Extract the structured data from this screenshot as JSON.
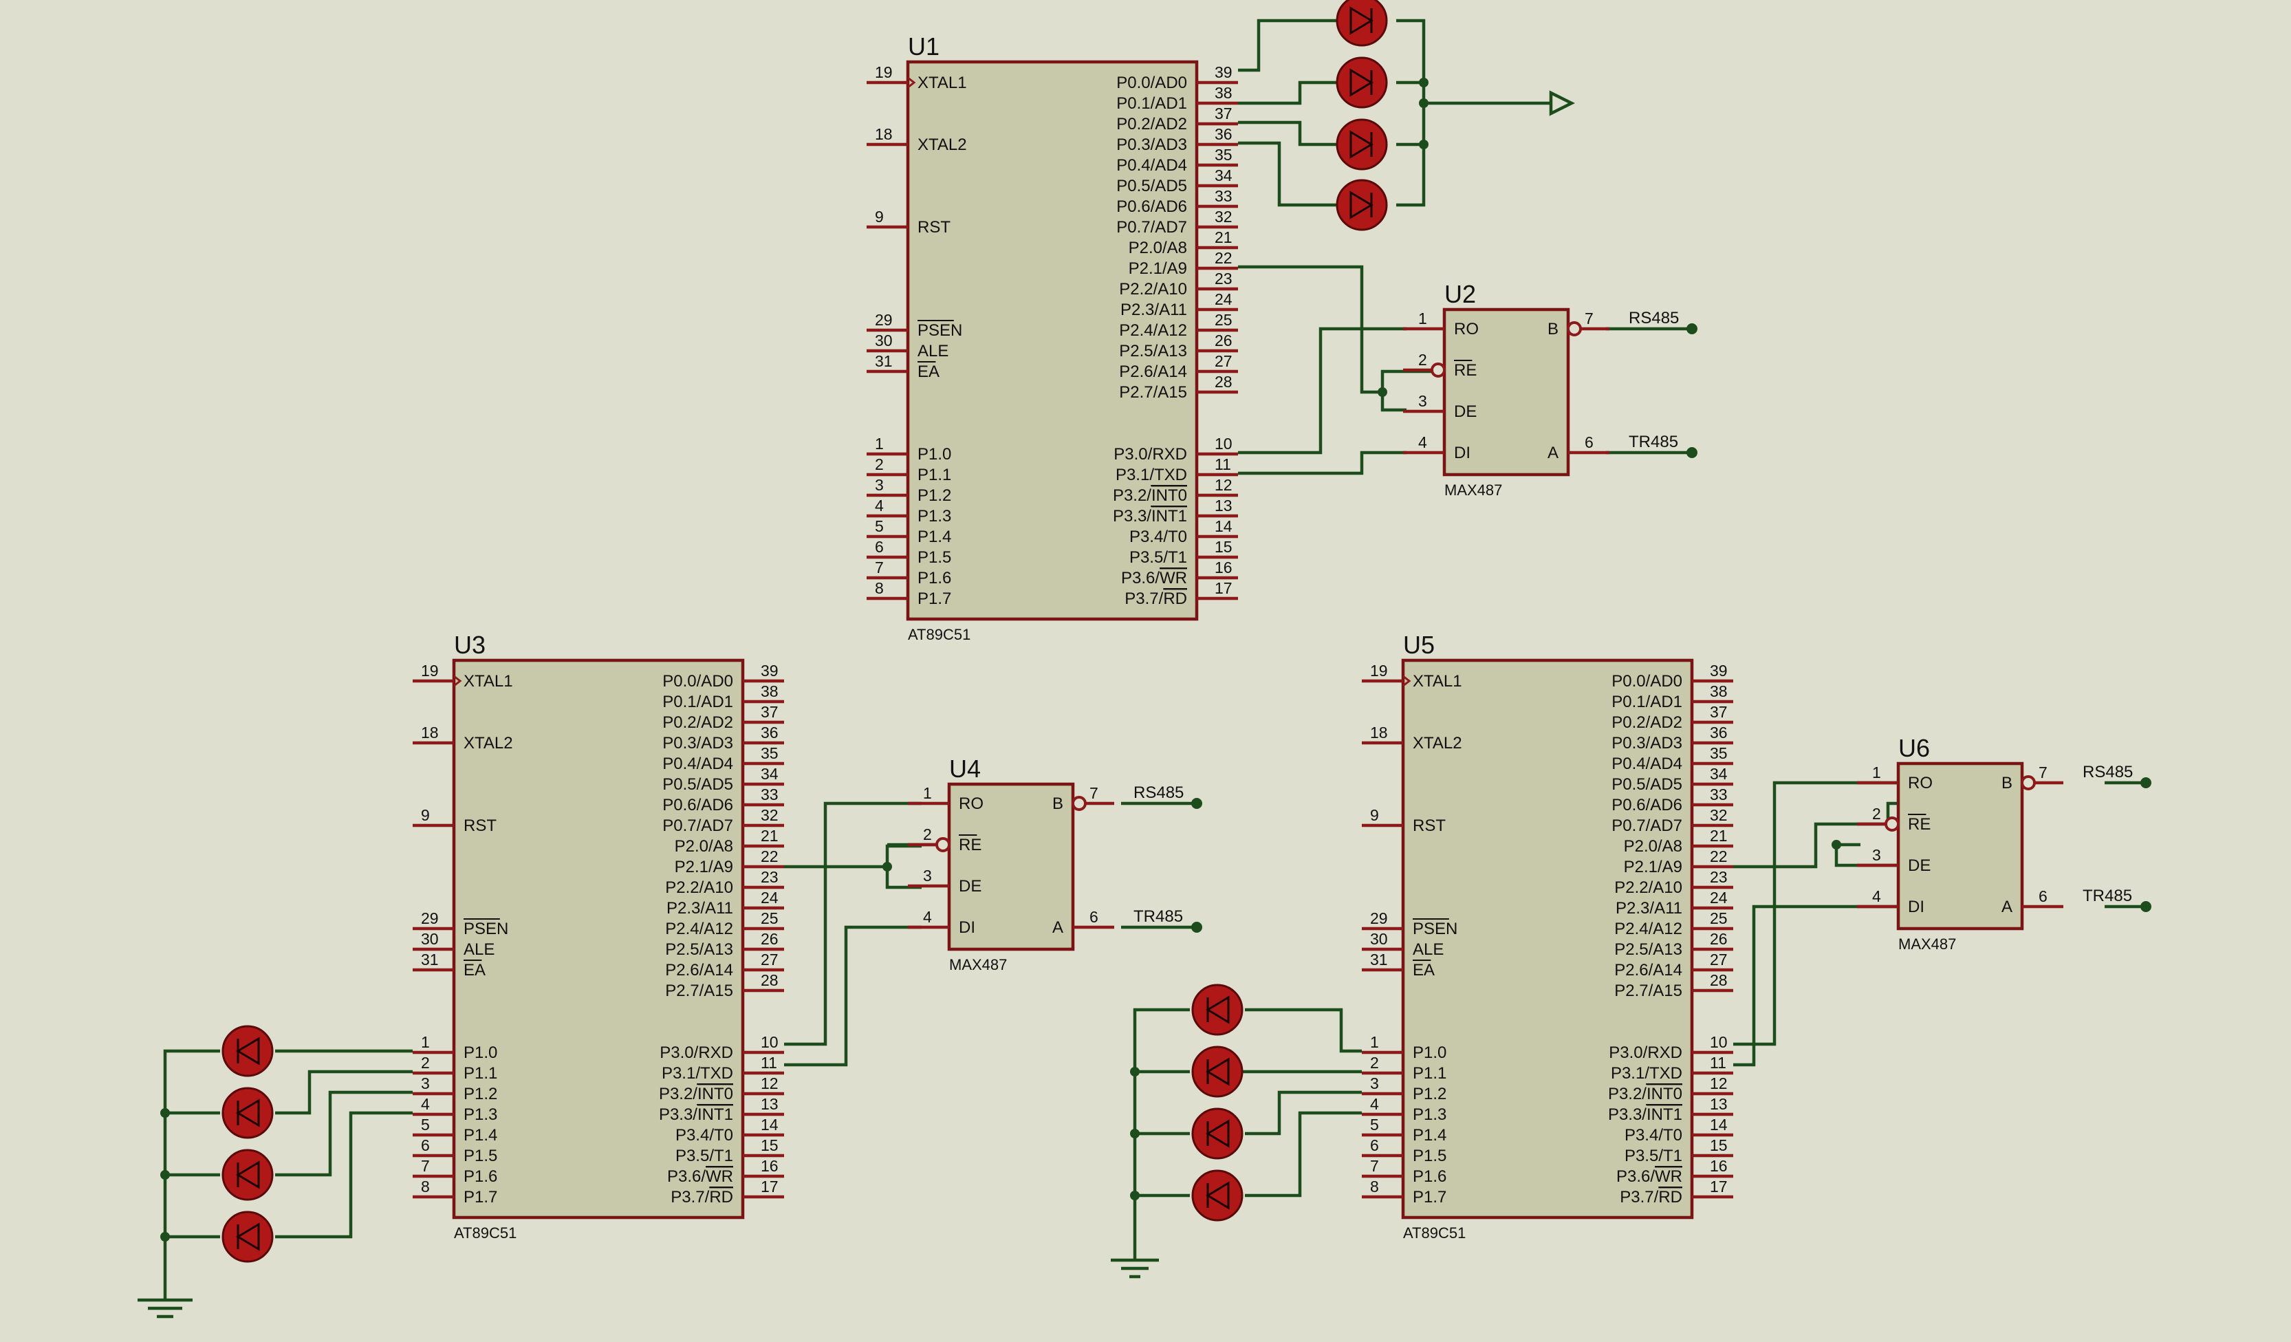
{
  "mcu_pins": {
    "left_a": [
      {
        "num": "19",
        "label": "XTAL1",
        "clock": true
      },
      {
        "num": "18",
        "label": "XTAL2"
      },
      {
        "num": "9",
        "label": "RST"
      }
    ],
    "left_b": [
      {
        "num": "29",
        "label": "PSEN",
        "bar": true
      },
      {
        "num": "30",
        "label": "ALE"
      },
      {
        "num": "31",
        "label": "EA",
        "bar": true
      }
    ],
    "left_c": [
      {
        "num": "1",
        "label": "P1.0"
      },
      {
        "num": "2",
        "label": "P1.1"
      },
      {
        "num": "3",
        "label": "P1.2"
      },
      {
        "num": "4",
        "label": "P1.3"
      },
      {
        "num": "5",
        "label": "P1.4"
      },
      {
        "num": "6",
        "label": "P1.5"
      },
      {
        "num": "7",
        "label": "P1.6"
      },
      {
        "num": "8",
        "label": "P1.7"
      }
    ],
    "right_a": [
      {
        "num": "39",
        "label": "P0.0/AD0"
      },
      {
        "num": "38",
        "label": "P0.1/AD1"
      },
      {
        "num": "37",
        "label": "P0.2/AD2"
      },
      {
        "num": "36",
        "label": "P0.3/AD3"
      },
      {
        "num": "35",
        "label": "P0.4/AD4"
      },
      {
        "num": "34",
        "label": "P0.5/AD5"
      },
      {
        "num": "33",
        "label": "P0.6/AD6"
      },
      {
        "num": "32",
        "label": "P0.7/AD7"
      }
    ],
    "right_b": [
      {
        "num": "21",
        "label": "P2.0/A8"
      },
      {
        "num": "22",
        "label": "P2.1/A9"
      },
      {
        "num": "23",
        "label": "P2.2/A10"
      },
      {
        "num": "24",
        "label": "P2.3/A11"
      },
      {
        "num": "25",
        "label": "P2.4/A12"
      },
      {
        "num": "26",
        "label": "P2.5/A13"
      },
      {
        "num": "27",
        "label": "P2.6/A14"
      },
      {
        "num": "28",
        "label": "P2.7/A15"
      }
    ],
    "right_c": [
      {
        "num": "10",
        "label": "P3.0/RXD"
      },
      {
        "num": "11",
        "label": "P3.1/TXD"
      },
      {
        "num": "12",
        "label": "P3.2/",
        "bar": "INT0"
      },
      {
        "num": "13",
        "label": "P3.3/",
        "bar": "INT1"
      },
      {
        "num": "14",
        "label": "P3.4/T0"
      },
      {
        "num": "15",
        "label": "P3.5/T1"
      },
      {
        "num": "16",
        "label": "P3.6/",
        "bar": "WR"
      },
      {
        "num": "17",
        "label": "P3.7/",
        "bar": "RD"
      }
    ]
  },
  "max_pins": {
    "left": [
      {
        "num": "1",
        "label": "RO"
      },
      {
        "num": "2",
        "label": "RE",
        "bar": true,
        "bubble": true
      },
      {
        "num": "3",
        "label": "DE"
      },
      {
        "num": "4",
        "label": "DI"
      }
    ],
    "right": [
      {
        "num": "7",
        "label": "B",
        "bubble": true,
        "net": "RS485"
      },
      {
        "num": "6",
        "label": "A",
        "net": "TR485"
      }
    ]
  },
  "mcus": [
    {
      "ref": "U1",
      "part": "AT89C51"
    },
    {
      "ref": "U3",
      "part": "AT89C51"
    },
    {
      "ref": "U5",
      "part": "AT89C51"
    }
  ],
  "transceivers": [
    {
      "ref": "U2",
      "part": "MAX487"
    },
    {
      "ref": "U4",
      "part": "MAX487"
    },
    {
      "ref": "U6",
      "part": "MAX487"
    }
  ],
  "colors": {
    "background": "#dfdfcf",
    "component_body": "#c8c8aa",
    "component_border": "#7a1515",
    "wire": "#1d4d1d",
    "led": "#b01818"
  }
}
